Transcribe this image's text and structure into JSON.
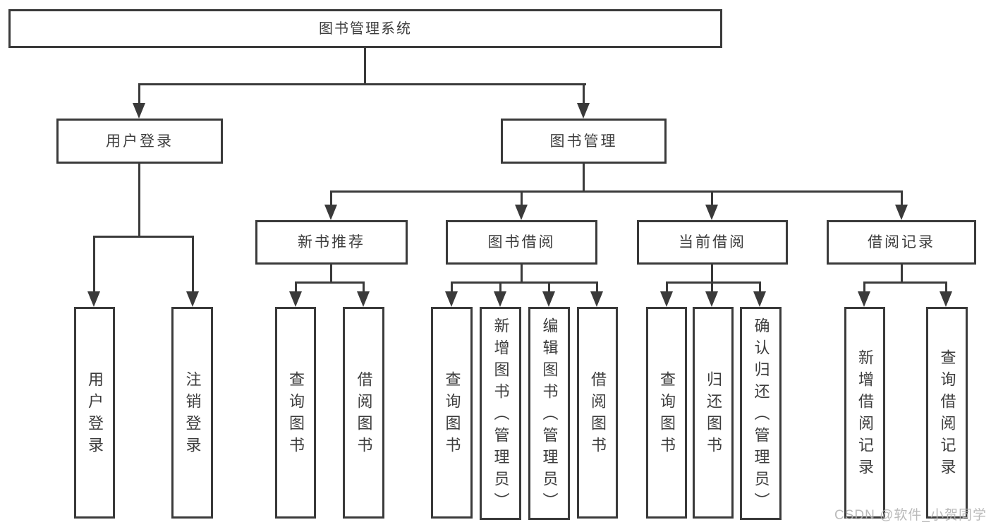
{
  "diagram": {
    "title_node": {
      "label": "图书管理系统"
    },
    "level2": [
      {
        "label": "用户登录"
      },
      {
        "label": "图书管理"
      }
    ],
    "level3": [
      {
        "label": "新书推荐"
      },
      {
        "label": "图书借阅"
      },
      {
        "label": "当前借阅"
      },
      {
        "label": "借阅记录"
      }
    ],
    "leaves": {
      "user_login": [
        "用户登录",
        "注销登录"
      ],
      "new_books": [
        "查询图书",
        "借阅图书"
      ],
      "book_borrow": [
        "查询图书",
        "新增图书（管理员）",
        "编辑图书（管理员）",
        "借阅图书"
      ],
      "current_borrow": [
        "查询图书",
        "归还图书",
        "确认归还（管理员）"
      ],
      "borrow_records": [
        "新增借阅记录",
        "查询借阅记录"
      ]
    },
    "watermark": "CSDN @软件_小贺同学",
    "colors": {
      "line": "#3a3a3a",
      "text": "#3d3d3d",
      "background": "#ffffff",
      "watermark": "#b3b3b3"
    }
  }
}
